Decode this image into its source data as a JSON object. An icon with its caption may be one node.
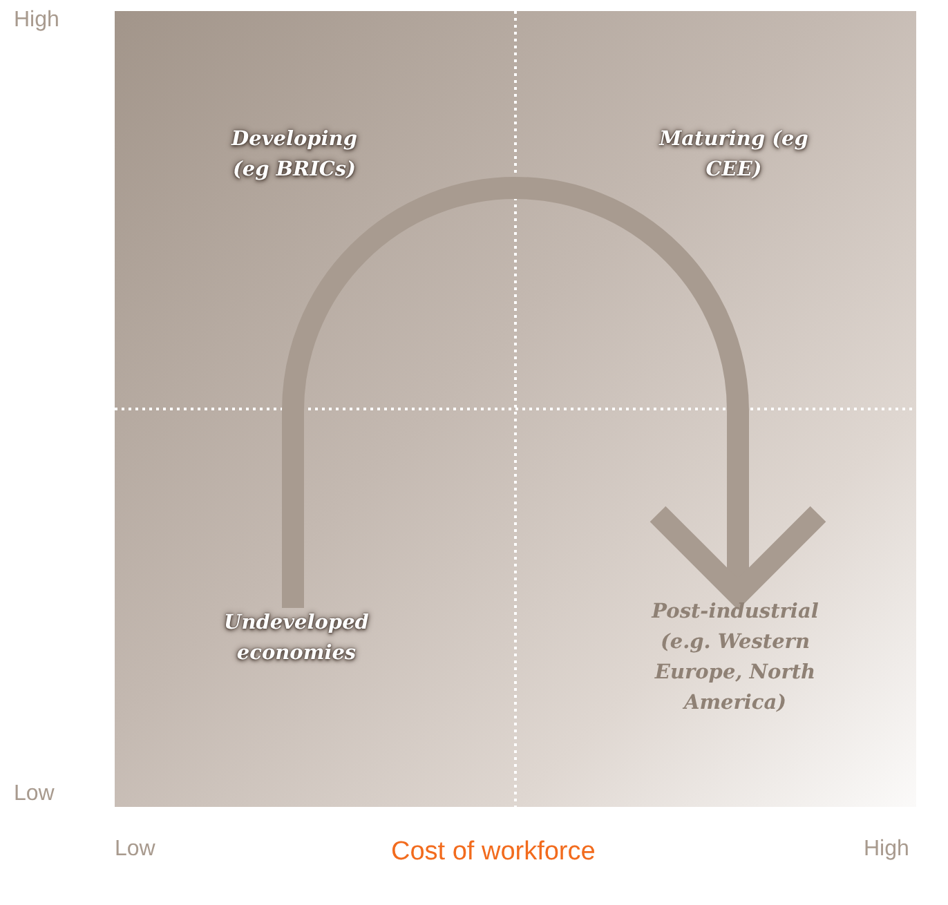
{
  "diagram": {
    "nodes": [
      {
        "text": [
          "Developing (eg BRICs)"
        ]
      },
      {
        "text": [
          "Maturing (eg CEE)"
        ]
      },
      {
        "text": [
          "Undeveloped economies"
        ]
      },
      {
        "text": [
          "Post-industrial (e.g. Western Europe, North America)"
        ]
      }
    ],
    "edges": [
      {
        "from": 2,
        "to": 3,
        "arrow": "to"
      }
    ],
    "labels": [
      "High",
      "Low",
      "Low",
      "Cost of workforce",
      "High"
    ]
  }
}
